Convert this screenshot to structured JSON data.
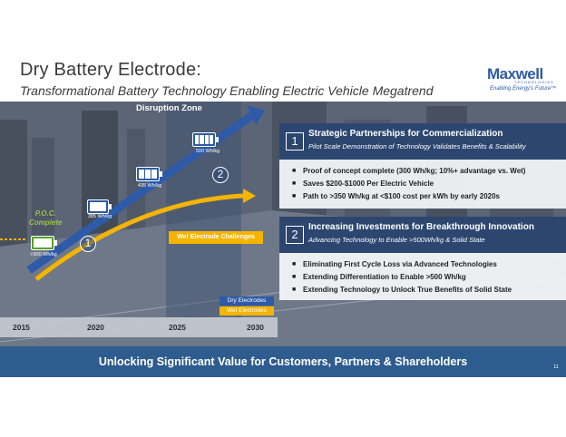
{
  "header": {
    "title": "Dry Battery Electrode:",
    "subtitle": "Transformational Battery Technology Enabling Electric Vehicle Megatrend"
  },
  "logo": {
    "wordmark": "Maxwell",
    "sub": "TECHNOLOGIES",
    "tagline": "Enabling Energy's Future™"
  },
  "diagram": {
    "disruption_zone_label": "Disruption Zone",
    "poc_label": "P.O.C.\nComplete",
    "milestones": [
      {
        "label": ">300 Wh/kg"
      },
      {
        "label": "385 Wh/kg"
      },
      {
        "label": "435 Wh/kg"
      },
      {
        "label": "500 Wh/kg"
      }
    ],
    "phase_numbers": [
      "1",
      "2"
    ],
    "wet_challenges_label": "Wet Electrode Challenges",
    "legend": {
      "dry": "Dry Electrodes",
      "wet": "Wet Electrodes"
    },
    "years": [
      "2015",
      "2020",
      "2025",
      "2030"
    ],
    "colors": {
      "dry": "#2e5aa8",
      "wet": "#f4b400",
      "poc": "#5aa02c"
    }
  },
  "panels": [
    {
      "num": "1",
      "title": "Strategic Partnerships for Commercialization",
      "subtitle": "Pilot Scale Demonstration of Technology Validates Benefits & Scalability",
      "bullets": [
        "Proof of concept complete (300 Wh/kg; 10%+ advantage vs. Wet)",
        "Saves $200-$1000 Per Electric Vehicle",
        "Path to >350 Wh/kg at <$100 cost per kWh by early 2020s"
      ]
    },
    {
      "num": "2",
      "title": "Increasing Investments for Breakthrough Innovation",
      "subtitle": "Advancing Technology to Enable  >500Wh/kg & Solid State",
      "bullets": [
        "Eliminating First Cycle Loss via Advanced Technologies",
        "Extending Differentiation to Enable >500 Wh/kg",
        "Extending Technology to Unlock True Benefits of Solid State"
      ]
    }
  ],
  "footer": {
    "text": "Unlocking Significant Value for Customers, Partners & Shareholders",
    "page": "11"
  }
}
